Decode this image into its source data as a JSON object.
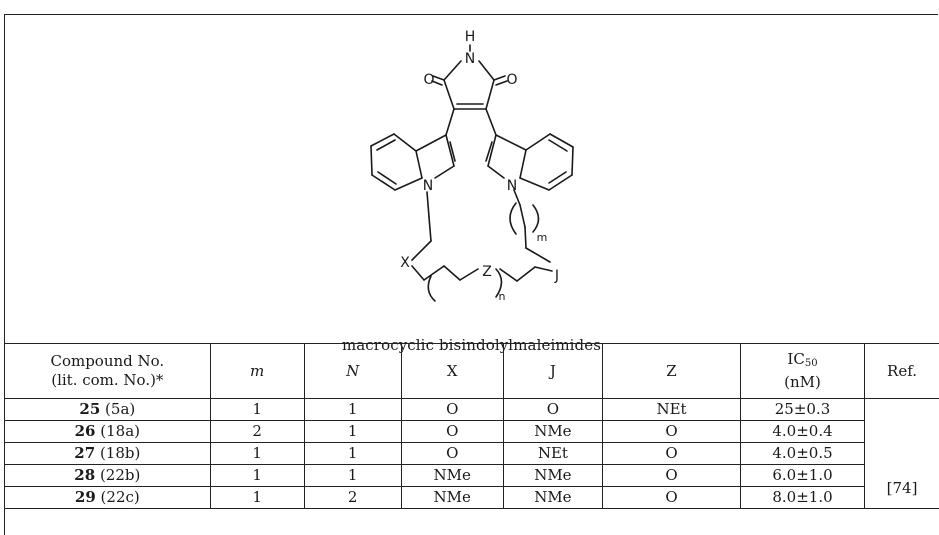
{
  "structure": {
    "caption": "macrocyclic bisindolylmaleimides",
    "atoms": {
      "h": "H",
      "n_imide": "N",
      "o_left": "O",
      "o_right": "O",
      "n_indole_left": "N",
      "n_indole_right": "N",
      "x": "X",
      "z": "Z",
      "j": "J",
      "sub_m": "m",
      "sub_n": "n"
    }
  },
  "table": {
    "headers": {
      "compound_line1": "Compound No.",
      "compound_line2": "(lit. com. No.)*",
      "m": "m",
      "n": "N",
      "x": "X",
      "j": "J",
      "z": "Z",
      "ic50_main": "IC",
      "ic50_sub": "50",
      "ic50_unit": "(nM)",
      "ref": "Ref."
    },
    "rows": [
      {
        "compound": "25",
        "lit": " (5a)",
        "m": "1",
        "n": "1",
        "x": "O",
        "j": "O",
        "z": "NEt",
        "ic50": "25±0.3"
      },
      {
        "compound": "26",
        "lit": " (18a)",
        "m": "2",
        "n": "1",
        "x": "O",
        "j": "NMe",
        "z": "O",
        "ic50": "4.0±0.4"
      },
      {
        "compound": "27",
        "lit": " (18b)",
        "m": "1",
        "n": "1",
        "x": "O",
        "j": "NEt",
        "z": "O",
        "ic50": "4.0±0.5"
      },
      {
        "compound": "28",
        "lit": " (22b)",
        "m": "1",
        "n": "1",
        "x": "NMe",
        "j": "NMe",
        "z": "O",
        "ic50": "6.0±1.0"
      },
      {
        "compound": "29",
        "lit": " (22c)",
        "m": "1",
        "n": "2",
        "x": "NMe",
        "j": "NMe",
        "z": "O",
        "ic50": "8.0±1.0"
      }
    ],
    "ref": "[74]"
  }
}
